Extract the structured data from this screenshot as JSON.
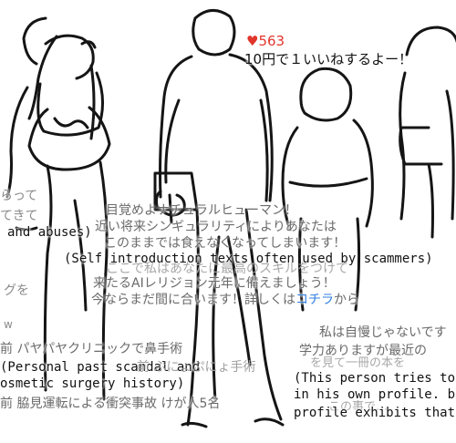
{
  "like_widget": {
    "heart_color": "#e0352b",
    "count": "563",
    "message": "10円で１いいねするよー！"
  },
  "left_fragments": {
    "line1": "らって",
    "line2": "てきて",
    "caption_and_abuses": "and abuses)",
    "line3": "グを",
    "line4": "w"
  },
  "center_post": {
    "lines": [
      "目覚めよナチュラルヒューマン！",
      "近い将来シンギュラリティによりあなたは",
      "このままでは食えなくなってしまいます！",
      "ここで私はあなたに最高のスキルをつけて",
      "来たるAIレリジョン元年に備えましょう！"
    ],
    "last_line_prefix": "今ならまだ間に合います！詳しくは",
    "link_text": "コチラ",
    "last_line_suffix": "から",
    "link_color": "#2f7fe0",
    "caption": "(Self introduction texts often used by scammers)"
  },
  "bottom_left_post": {
    "line1": "前 パヤパヤクリニックで鼻手術",
    "line2": "前 ぷにょぷにょ手術",
    "line3": "前 脇見運転による衝突事故 けが人5名",
    "caption_line1": "(Personal past scandal and",
    "caption_line2": "osmetic surgery history)"
  },
  "right_post": {
    "line1": "私は自慢じゃないです",
    "line2": "学力ありますが最近の",
    "line3": "を見て一冊の本を",
    "line4": "この事で…",
    "caption_line1": "(This person tries to",
    "caption_line2": "in his own profile. bu",
    "caption_line3": "profile exhibits that h"
  }
}
